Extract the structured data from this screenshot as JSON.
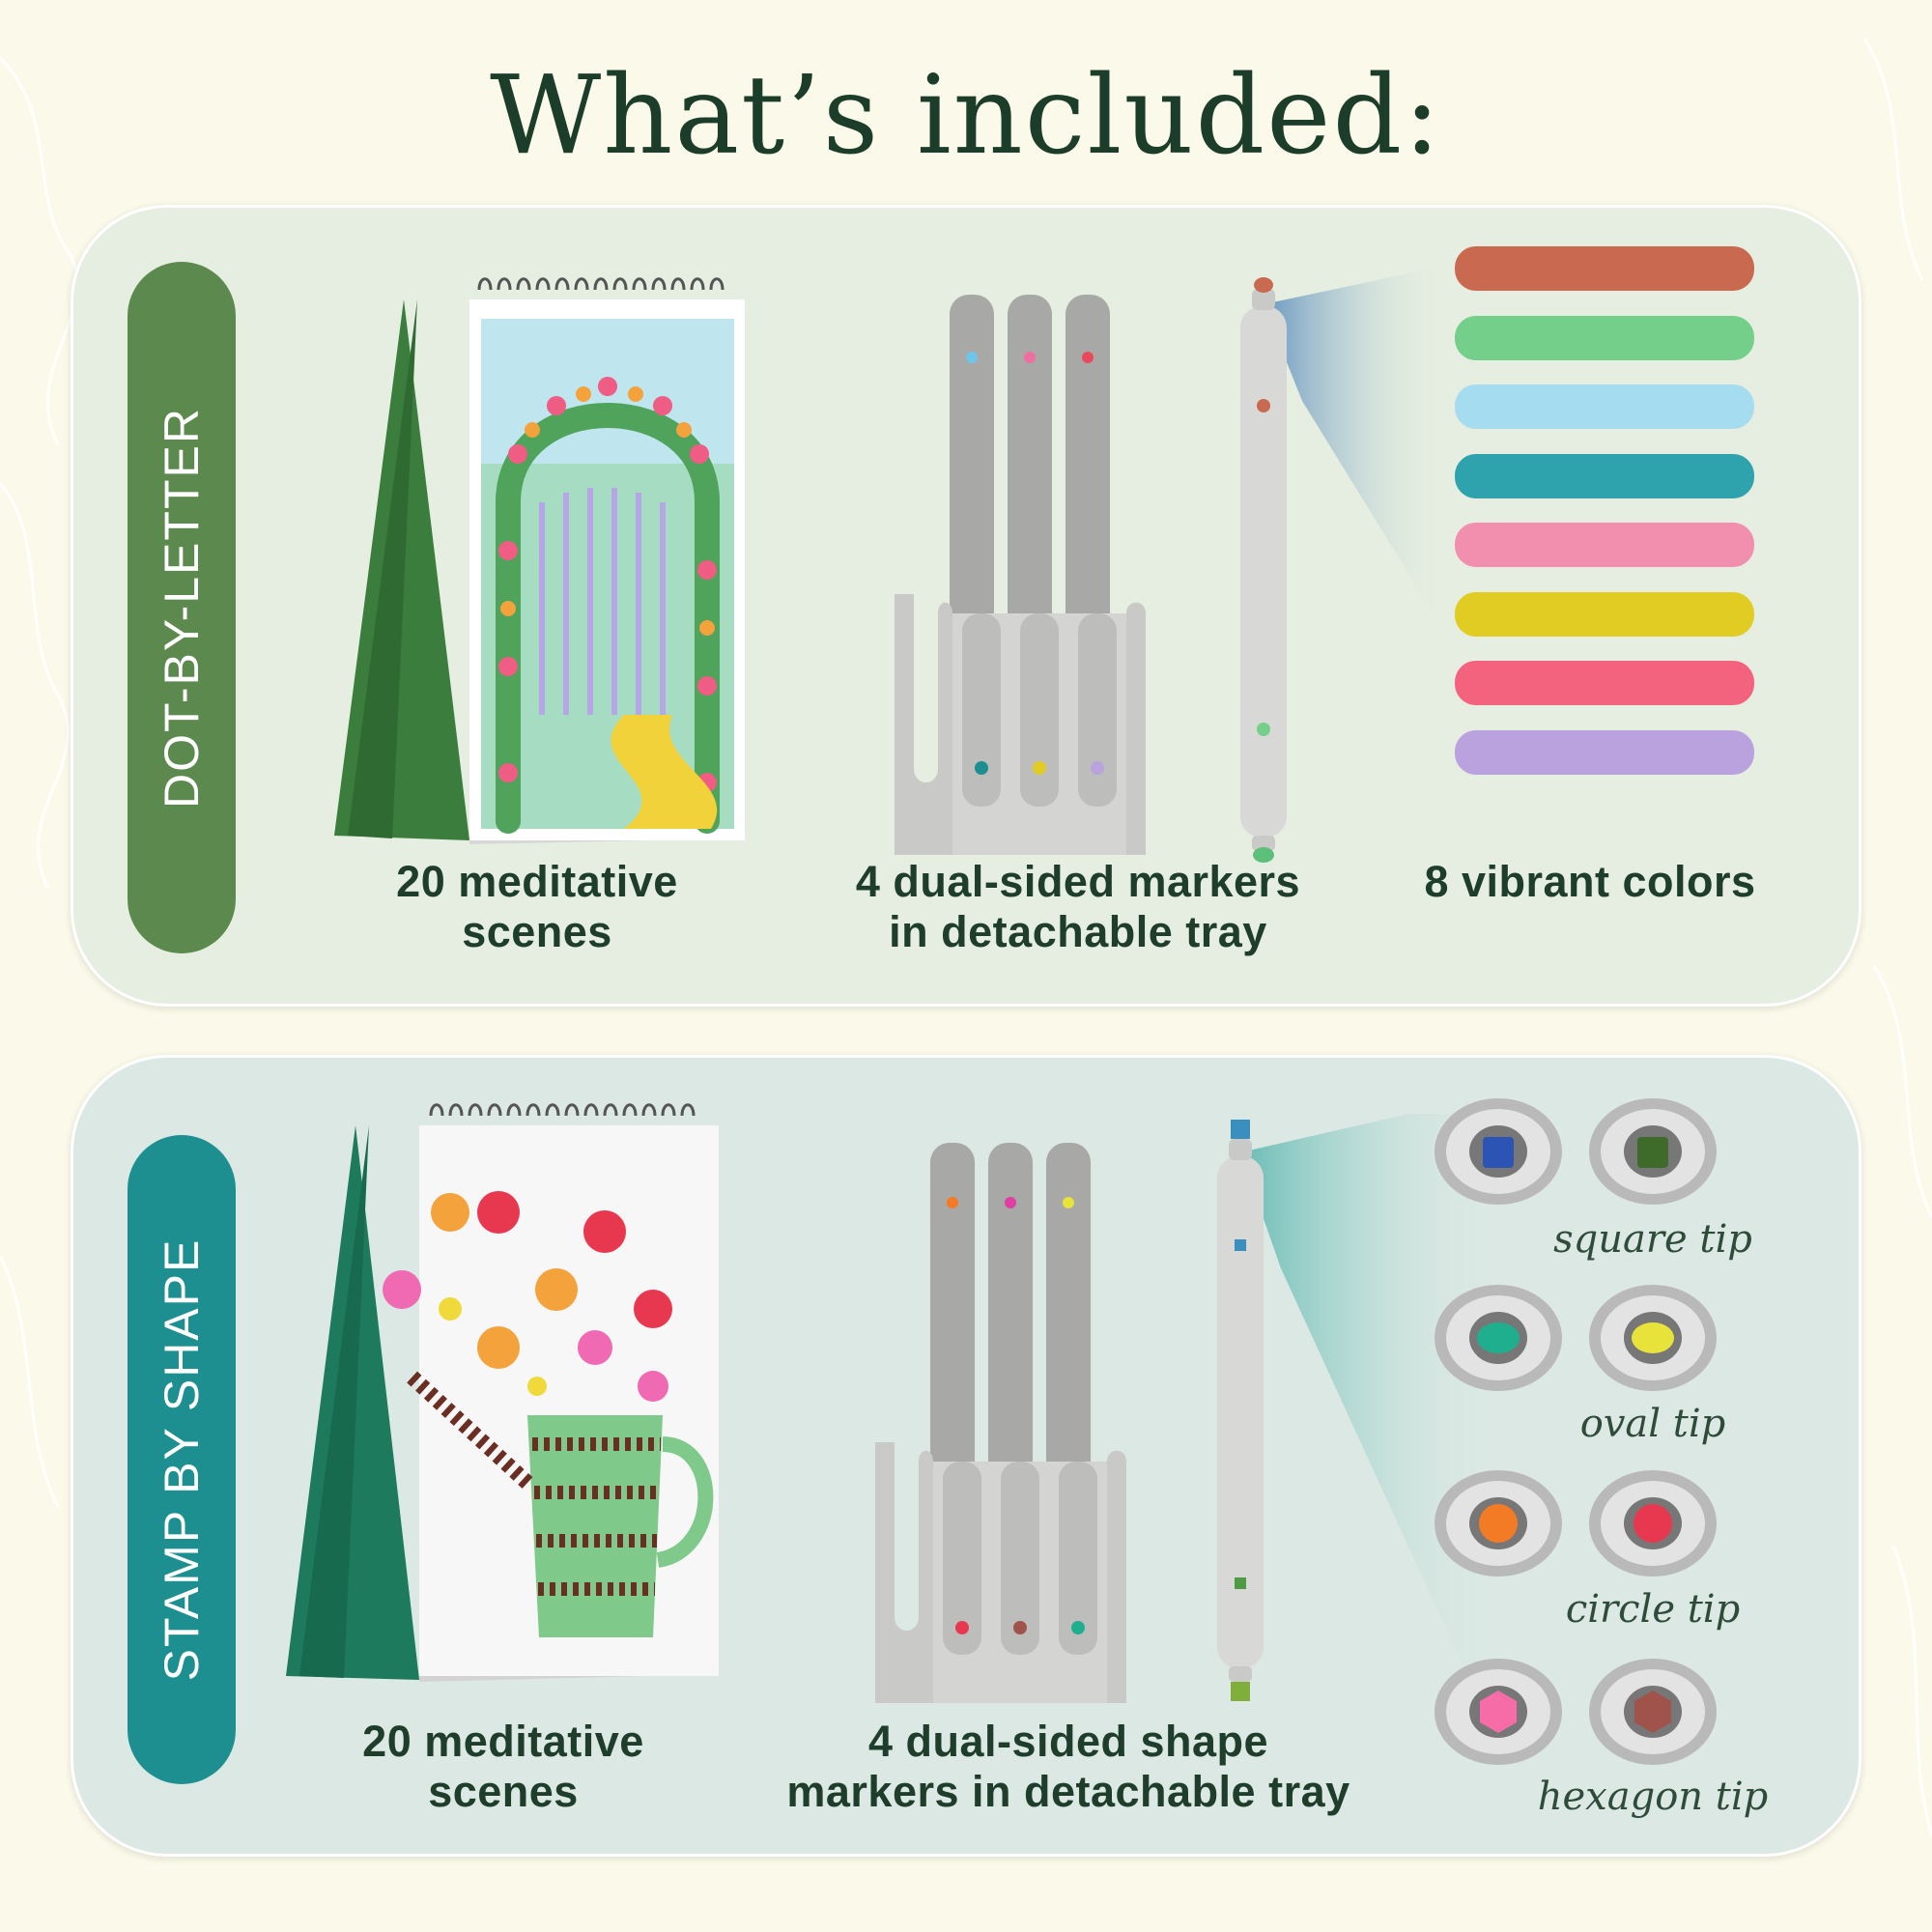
{
  "title": "What’s included:",
  "sections": [
    {
      "tab_label": "DOT-BY-LETTER",
      "items": [
        {
          "caption": [
            "20 meditative",
            "scenes"
          ]
        },
        {
          "caption": [
            "4 dual-sided markers",
            "in detachable tray"
          ]
        },
        {
          "caption": [
            "8 vibrant colors"
          ]
        }
      ],
      "colors": [
        "#c96a50",
        "#74cf8a",
        "#a6dcef",
        "#2ea3ad",
        "#f28fae",
        "#e0cc22",
        "#f3637e",
        "#b9a2de"
      ]
    },
    {
      "tab_label": "STAMP BY SHAPE",
      "items": [
        {
          "caption": [
            "20 meditative",
            "scenes"
          ]
        },
        {
          "caption": [
            "4 dual-sided shape",
            "markers in detachable tray"
          ]
        }
      ],
      "tips": [
        {
          "label": "square tip",
          "shape": "square",
          "colors": [
            "#2b54b5",
            "#3f6b2a"
          ]
        },
        {
          "label": "oval tip",
          "shape": "oval",
          "colors": [
            "#1fae8e",
            "#e7e33a"
          ]
        },
        {
          "label": "circle tip",
          "shape": "circle",
          "colors": [
            "#f47b25",
            "#e8384f"
          ]
        },
        {
          "label": "hexagon tip",
          "shape": "hexagon",
          "colors": [
            "#f56ca6",
            "#a0534a"
          ]
        }
      ]
    }
  ],
  "icons": {
    "top_pad": "sketchbook-flower-arch-icon",
    "bottom_pad": "sketchbook-watering-can-icon",
    "markers": "marker-tray-icon",
    "swatches": "color-swatches-icon",
    "tips": "stamp-tip-icon"
  }
}
